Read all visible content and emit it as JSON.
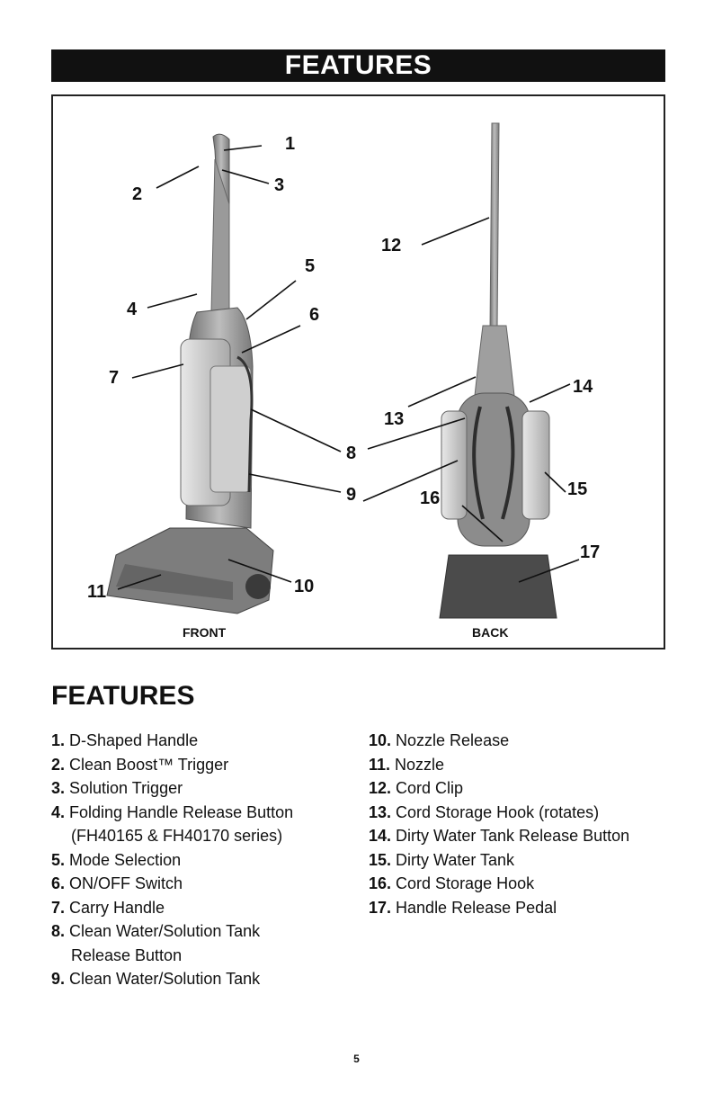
{
  "header": {
    "banner_title": "FEATURES"
  },
  "figure": {
    "front_label": "FRONT",
    "back_label": "BACK",
    "callouts": {
      "c1": "1",
      "c2": "2",
      "c3": "3",
      "c4": "4",
      "c5": "5",
      "c6": "6",
      "c7": "7",
      "c8": "8",
      "c9": "9",
      "c10": "10",
      "c11": "11",
      "c12": "12",
      "c13": "13",
      "c14": "14",
      "c15": "15",
      "c16": "16",
      "c17": "17"
    }
  },
  "features": {
    "title": "FEATURES",
    "items": [
      {
        "num": "1.",
        "text": "D-Shaped Handle"
      },
      {
        "num": "2.",
        "text": "Clean Boost™ Trigger"
      },
      {
        "num": "3.",
        "text": "Solution Trigger"
      },
      {
        "num": "4.",
        "text": "Folding Handle Release Button",
        "cont": "(FH40165 & FH40170 series)"
      },
      {
        "num": "5.",
        "text": "Mode Selection"
      },
      {
        "num": "6.",
        "text": "ON/OFF Switch"
      },
      {
        "num": "7.",
        "text": "Carry Handle"
      },
      {
        "num": "8.",
        "text": "Clean Water/Solution Tank",
        "cont": "Release Button"
      },
      {
        "num": "9.",
        "text": "Clean Water/Solution Tank"
      },
      {
        "num": "10.",
        "text": "Nozzle Release"
      },
      {
        "num": "11.",
        "text": "Nozzle"
      },
      {
        "num": "12.",
        "text": "Cord Clip"
      },
      {
        "num": "13.",
        "text": "Cord Storage Hook (rotates)"
      },
      {
        "num": "14.",
        "text": "Dirty Water Tank Release Button"
      },
      {
        "num": "15.",
        "text": "Dirty Water Tank"
      },
      {
        "num": "16.",
        "text": "Cord Storage Hook"
      },
      {
        "num": "17.",
        "text": "Handle Release Pedal"
      }
    ]
  },
  "footer": {
    "page_number": "5"
  }
}
